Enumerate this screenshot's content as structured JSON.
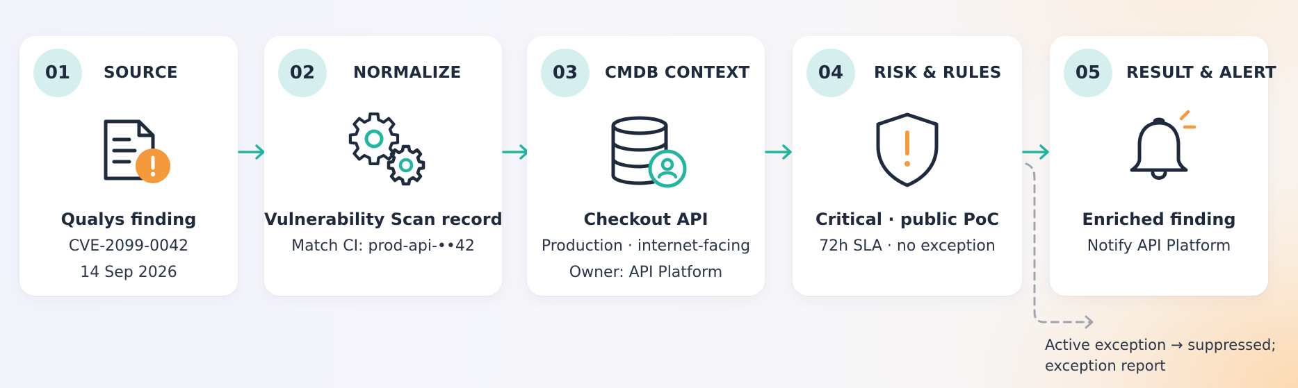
{
  "stages": [
    {
      "number": "01",
      "title": "SOURCE",
      "icon": "document-alert-icon",
      "heading": "Qualys finding",
      "line1": "CVE-2099-0042",
      "line2": "14 Sep 2026"
    },
    {
      "number": "02",
      "title": "NORMALIZE",
      "icon": "gears-icon",
      "heading": "Vulnerability Scan record",
      "line1": "Match CI: prod-api-••42",
      "line2": ""
    },
    {
      "number": "03",
      "title": "CMDB CONTEXT",
      "icon": "database-user-icon",
      "heading": "Checkout API",
      "line1": "Production · internet-facing",
      "line2": "Owner: API Platform"
    },
    {
      "number": "04",
      "title": "RISK & RULES",
      "icon": "shield-alert-icon",
      "heading": "Critical · public PoC",
      "line1": "72h SLA · no exception",
      "line2": ""
    },
    {
      "number": "05",
      "title": "RESULT & ALERT",
      "icon": "bell-icon",
      "heading": "Enriched finding",
      "line1": "Notify API Platform",
      "line2": ""
    }
  ],
  "exception": {
    "line1": "Active exception → suppressed;",
    "line2": "exception report"
  },
  "colors": {
    "accent_teal": "#23b5a0",
    "alert_orange": "#f49a3c",
    "badge_bg": "#d5efef",
    "ink": "#1f2a3c",
    "dashed_gray": "#9aa6b4"
  }
}
